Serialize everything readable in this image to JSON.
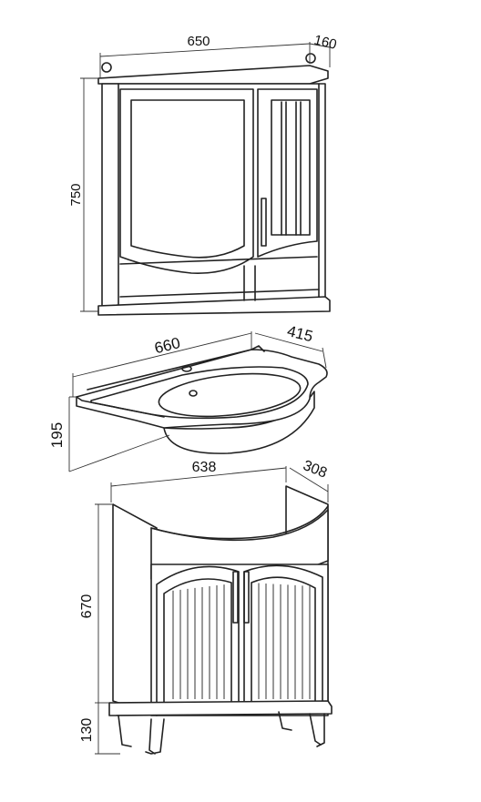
{
  "dimensions": {
    "mirror_cabinet": {
      "width": "650",
      "depth": "160",
      "height": "750"
    },
    "washbasin": {
      "width": "660",
      "depth": "415",
      "height": "195"
    },
    "base_cabinet": {
      "width": "638",
      "depth": "308",
      "height": "670",
      "leg_height": "130"
    }
  },
  "colors": {
    "line": "#222222",
    "background": "#ffffff"
  }
}
